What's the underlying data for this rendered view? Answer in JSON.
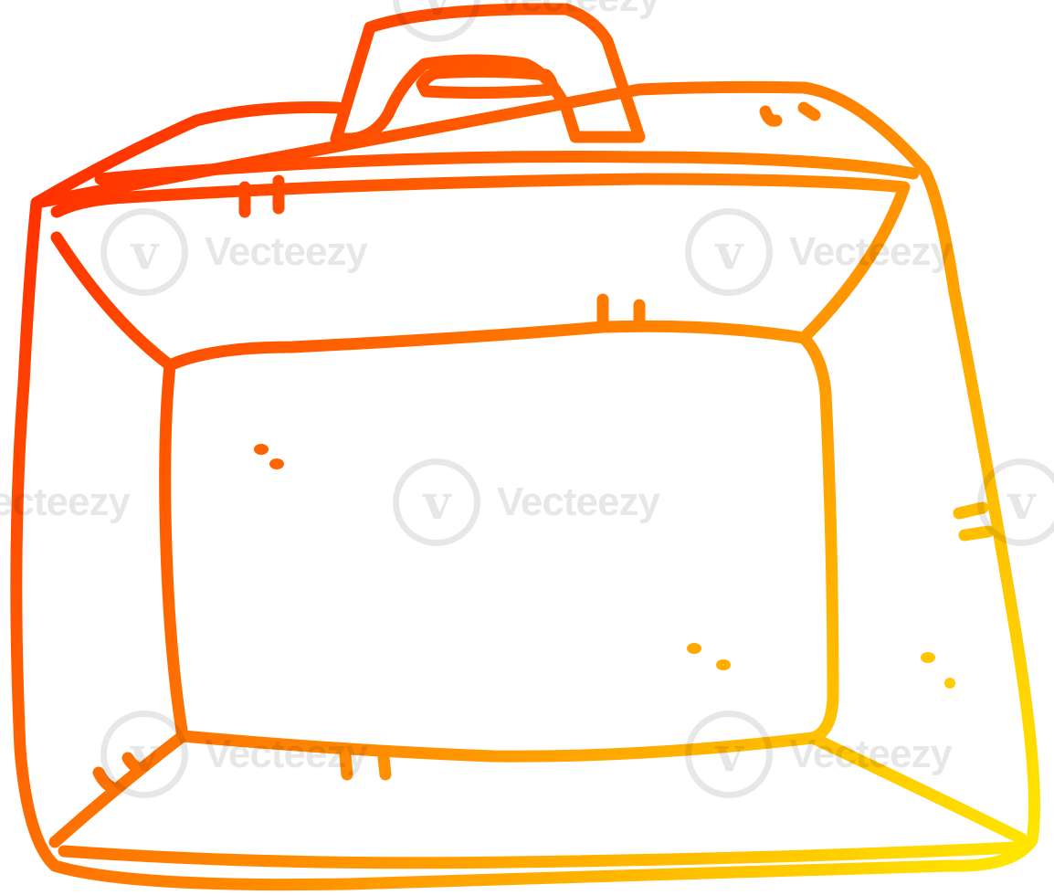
{
  "illustration": {
    "subject": "cartoon briefcase",
    "style": "hand-drawn outline, warm gradient stroke",
    "colors": {
      "gradient_start": "#ff1a00",
      "gradient_mid": "#ff8a00",
      "gradient_end": "#ffee00",
      "background": "#ffffff"
    }
  },
  "watermark": {
    "text": "Vecteezy",
    "mark_glyph": "v"
  }
}
